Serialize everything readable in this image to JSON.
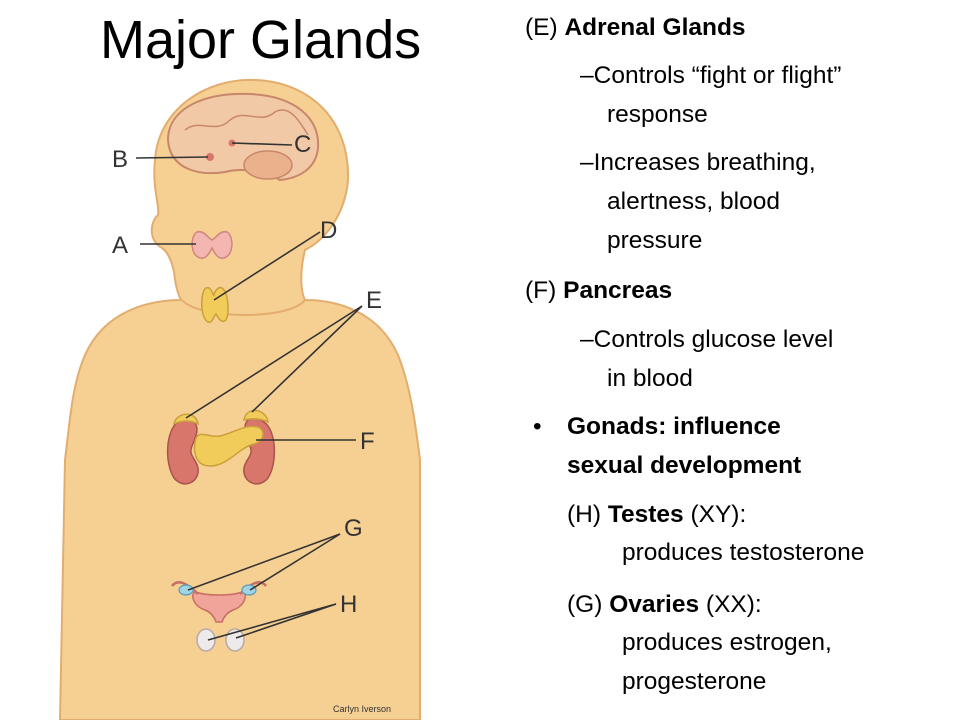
{
  "title": "Major Glands",
  "labels": [
    "A",
    "B",
    "C",
    "D",
    "E",
    "F",
    "G",
    "H"
  ],
  "credit": "Carlyn Iverson",
  "adrenal": {
    "code": "(E)",
    "name": "Adrenal Glands",
    "point1_line1": "–Controls “fight or flight”",
    "point1_line2": "response",
    "point2_line1": "–Increases breathing,",
    "point2_line2": "alertness, blood",
    "point2_line3": "pressure"
  },
  "pancreas": {
    "code": "(F)",
    "name": "Pancreas",
    "point1_line1": "–Controls glucose level",
    "point1_line2": "in blood"
  },
  "gonads": {
    "bullet": "•",
    "line1": "Gonads: influence",
    "line2": "sexual development"
  },
  "testes": {
    "code": "(H)",
    "name": "Testes",
    "suffix": "(XY):",
    "desc": "produces testosterone"
  },
  "ovaries": {
    "code": "(G)",
    "name": "Ovaries",
    "suffix": "(XX):",
    "desc_line1": "produces estrogen,",
    "desc_line2": "progesterone"
  },
  "colors": {
    "skin": "#f6cf93",
    "skin_edge": "#e3ad6e",
    "brain": "#f2c9a6",
    "thyroid": "#f4b6b0",
    "kidney": "#d9766c",
    "pancreas": "#f2cc5a",
    "uterus": "#f0a49a",
    "leader": "#333333"
  }
}
